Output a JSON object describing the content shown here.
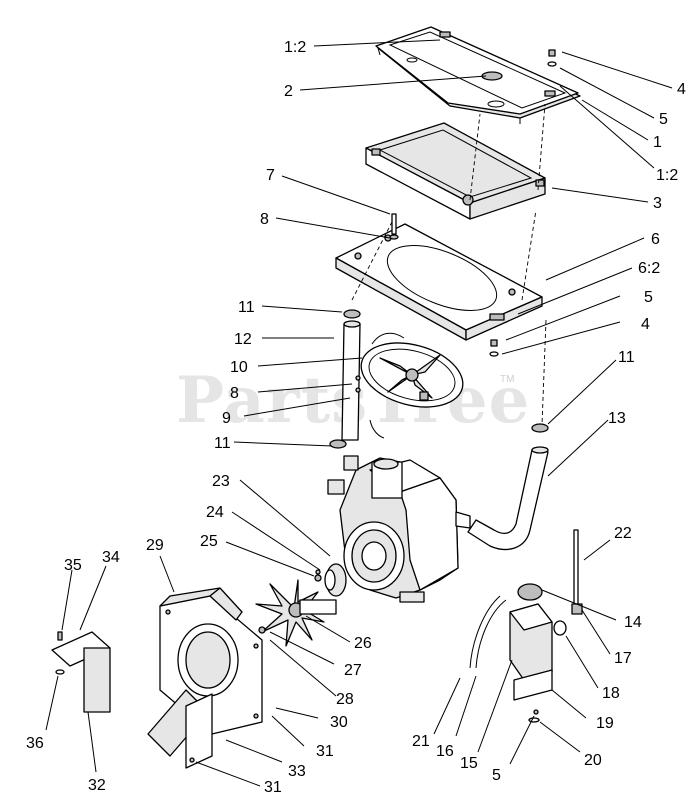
{
  "watermark": {
    "text": "PartsTree",
    "mark": "TM"
  },
  "callouts": [
    {
      "id": "c-1-2-top",
      "text": "1:2"
    },
    {
      "id": "c-2",
      "text": "2"
    },
    {
      "id": "c-4-top",
      "text": "4"
    },
    {
      "id": "c-5-top",
      "text": "5"
    },
    {
      "id": "c-1",
      "text": "1"
    },
    {
      "id": "c-1-2-right",
      "text": "1:2"
    },
    {
      "id": "c-7",
      "text": "7"
    },
    {
      "id": "c-3",
      "text": "3"
    },
    {
      "id": "c-8-top",
      "text": "8"
    },
    {
      "id": "c-6",
      "text": "6"
    },
    {
      "id": "c-6-2",
      "text": "6:2"
    },
    {
      "id": "c-11-left-top",
      "text": "11"
    },
    {
      "id": "c-5-mid",
      "text": "5"
    },
    {
      "id": "c-12",
      "text": "12"
    },
    {
      "id": "c-4-mid",
      "text": "4"
    },
    {
      "id": "c-10",
      "text": "10"
    },
    {
      "id": "c-11-right",
      "text": "11"
    },
    {
      "id": "c-8-mid",
      "text": "8"
    },
    {
      "id": "c-9",
      "text": "9"
    },
    {
      "id": "c-13",
      "text": "13"
    },
    {
      "id": "c-11-left-bottom",
      "text": "11"
    },
    {
      "id": "c-23",
      "text": "23"
    },
    {
      "id": "c-24",
      "text": "24"
    },
    {
      "id": "c-22",
      "text": "22"
    },
    {
      "id": "c-25",
      "text": "25"
    },
    {
      "id": "c-29",
      "text": "29"
    },
    {
      "id": "c-35",
      "text": "35"
    },
    {
      "id": "c-34",
      "text": "34"
    },
    {
      "id": "c-14",
      "text": "14"
    },
    {
      "id": "c-26",
      "text": "26"
    },
    {
      "id": "c-17",
      "text": "17"
    },
    {
      "id": "c-27",
      "text": "27"
    },
    {
      "id": "c-18",
      "text": "18"
    },
    {
      "id": "c-28",
      "text": "28"
    },
    {
      "id": "c-19",
      "text": "19"
    },
    {
      "id": "c-30",
      "text": "30"
    },
    {
      "id": "c-36",
      "text": "36"
    },
    {
      "id": "c-31-mid",
      "text": "31"
    },
    {
      "id": "c-21",
      "text": "21"
    },
    {
      "id": "c-16",
      "text": "16"
    },
    {
      "id": "c-15",
      "text": "15"
    },
    {
      "id": "c-5-bottom",
      "text": "5"
    },
    {
      "id": "c-20",
      "text": "20"
    },
    {
      "id": "c-33",
      "text": "33"
    },
    {
      "id": "c-32",
      "text": "32"
    },
    {
      "id": "c-31-bottom",
      "text": "31"
    }
  ]
}
